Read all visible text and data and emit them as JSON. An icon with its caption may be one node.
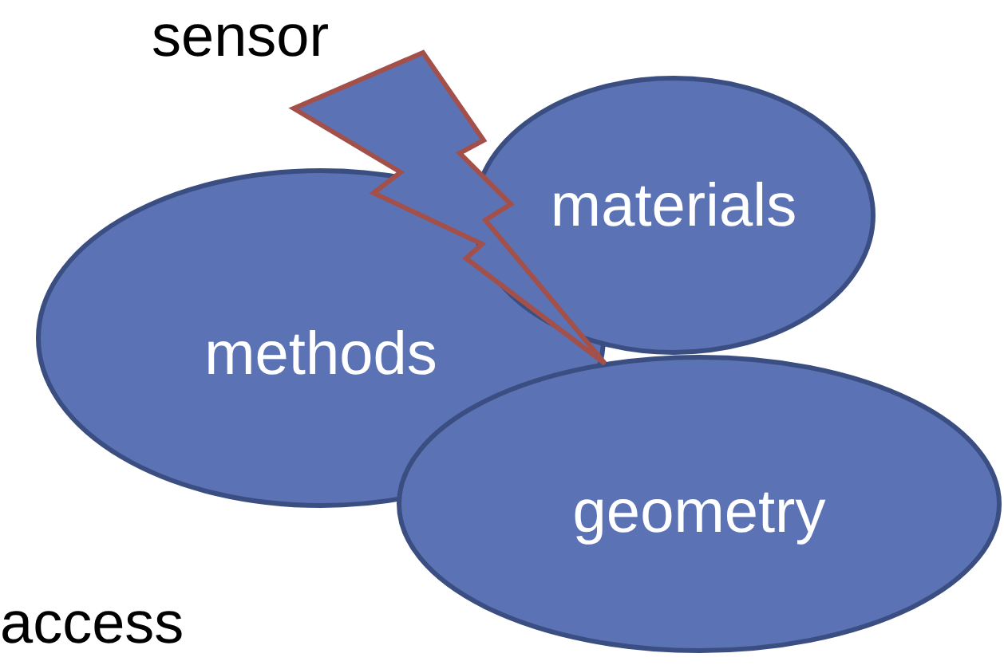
{
  "diagram": {
    "nodes": [
      {
        "text": [
          "methods"
        ]
      },
      {
        "text": [
          "materials"
        ]
      },
      {
        "text": [
          "geometry"
        ]
      }
    ],
    "labels": [
      "sensor",
      "access"
    ]
  }
}
